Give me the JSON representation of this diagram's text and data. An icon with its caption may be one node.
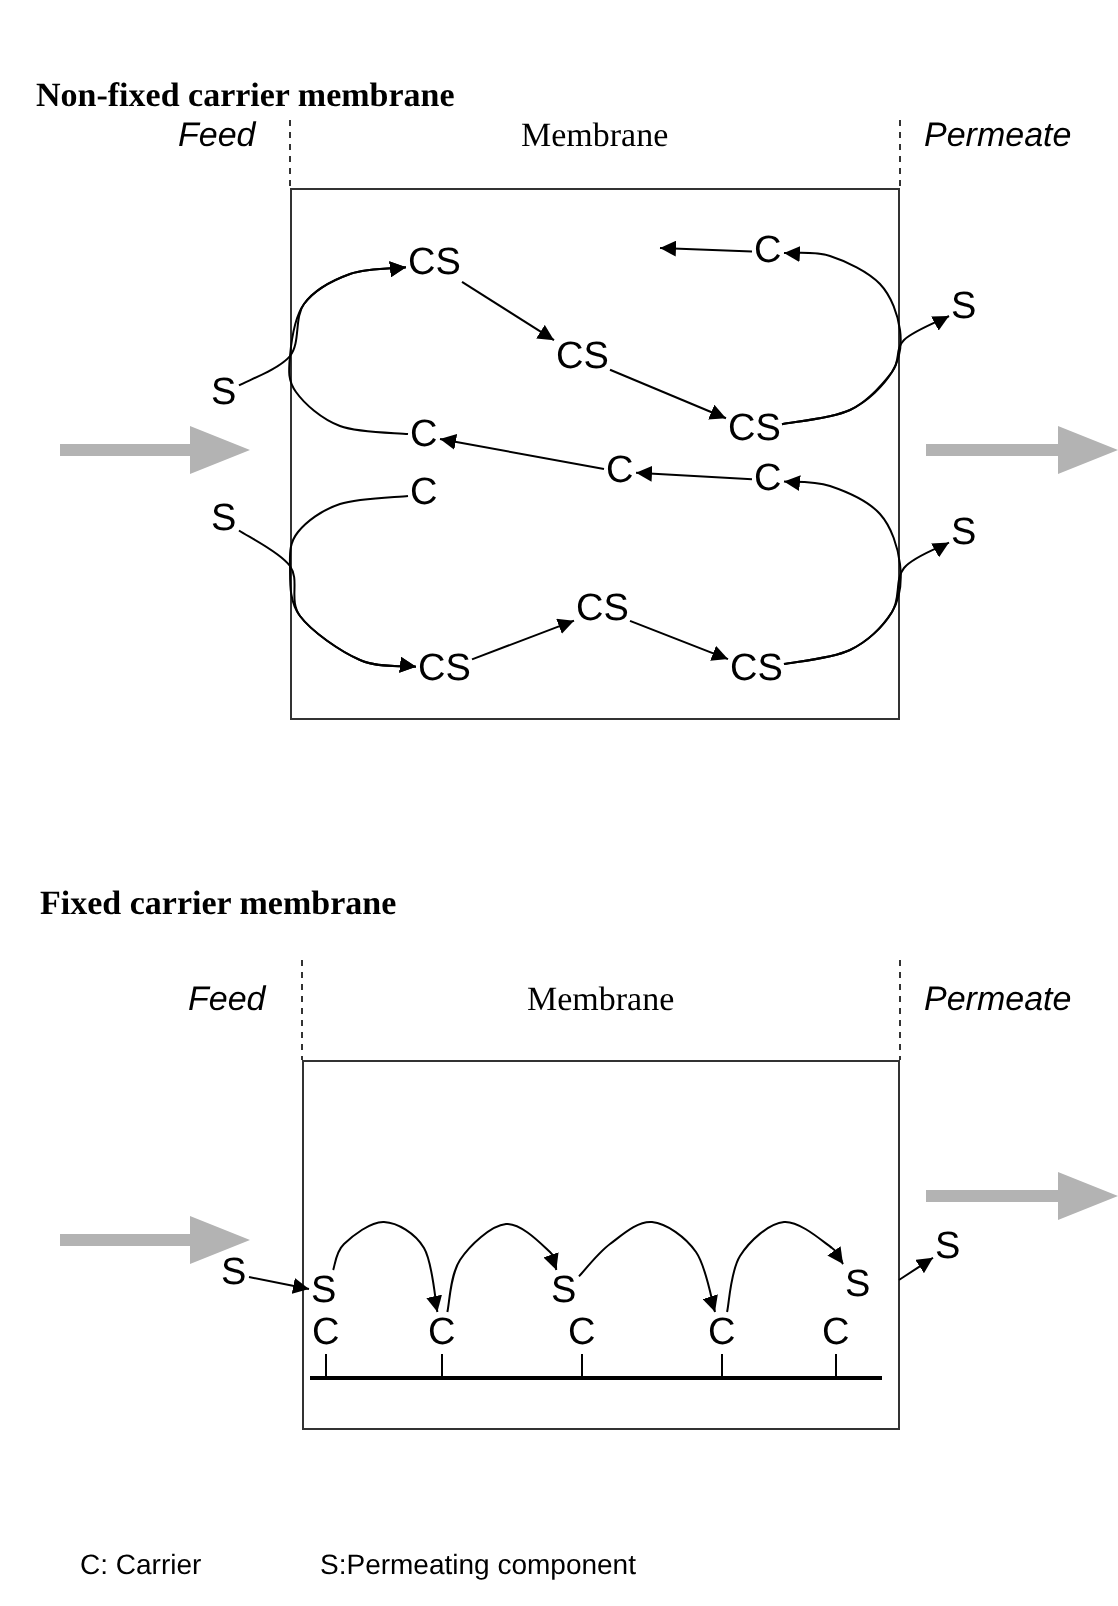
{
  "diagram": {
    "nodes": [
      {
        "text": [
          "Membrane"
        ]
      },
      {
        "text": [
          "S"
        ]
      },
      {
        "text": [
          "S"
        ]
      },
      {
        "text": [
          "CS"
        ],
        "in": 0
      },
      {
        "text": [
          "C"
        ],
        "in": 0
      },
      {
        "text": [
          "CS"
        ],
        "in": 0
      },
      {
        "text": [
          "CS"
        ],
        "in": 0
      },
      {
        "text": [
          "C"
        ],
        "in": 0
      },
      {
        "text": [
          "C"
        ],
        "in": 0
      },
      {
        "text": [
          "C"
        ],
        "in": 0
      },
      {
        "text": [
          "C"
        ],
        "in": 0
      },
      {
        "text": [
          "CS"
        ],
        "in": 0
      },
      {
        "text": [
          "CS"
        ],
        "in": 0
      },
      {
        "text": [
          "CS"
        ],
        "in": 0
      },
      {
        "text": [
          "S"
        ]
      },
      {
        "text": [
          "S"
        ]
      },
      {
        "text": [
          "Membrane"
        ]
      },
      {
        "text": [
          "S"
        ]
      },
      {
        "text": [
          "S"
        ],
        "in": 16
      },
      {
        "text": [
          "S"
        ],
        "in": 16
      },
      {
        "text": [
          "S"
        ],
        "in": 16
      },
      {
        "text": [
          "C"
        ],
        "in": 16
      },
      {
        "text": [
          "C"
        ],
        "in": 16
      },
      {
        "text": [
          "C"
        ],
        "in": 16
      },
      {
        "text": [
          "C"
        ],
        "in": 16
      },
      {
        "text": [
          "C"
        ],
        "in": 16
      },
      {
        "text": [],
        "shape": "bar",
        "in": 16
      },
      {
        "text": [
          "S"
        ]
      }
    ],
    "edges": [
      {
        "from": 1,
        "to": 3,
        "arrow": "to"
      },
      {
        "from": 7,
        "to": 3,
        "arrow": "to"
      },
      {
        "from": 3,
        "to": 5,
        "arrow": "to"
      },
      {
        "from": 5,
        "to": 6,
        "arrow": "to"
      },
      {
        "from": 6,
        "to": 4,
        "arrow": "to"
      },
      {
        "from": 6,
        "to": 14,
        "arrow": "to"
      },
      {
        "from": 4,
        "to": null,
        "arrow": "to"
      },
      {
        "from": 9,
        "to": 8,
        "arrow": "to"
      },
      {
        "from": 8,
        "to": 7,
        "arrow": "to"
      },
      {
        "from": 2,
        "to": 12,
        "arrow": "to"
      },
      {
        "from": 10,
        "to": 12,
        "arrow": "to"
      },
      {
        "from": 12,
        "to": 11,
        "arrow": "to"
      },
      {
        "from": 11,
        "to": 13,
        "arrow": "to"
      },
      {
        "from": 13,
        "to": 9,
        "arrow": "to"
      },
      {
        "from": 13,
        "to": 15,
        "arrow": "to"
      },
      {
        "from": 17,
        "to": 18,
        "arrow": "to"
      },
      {
        "from": 18,
        "to": 22,
        "arrow": "to"
      },
      {
        "from": 22,
        "to": 19,
        "arrow": "to"
      },
      {
        "from": 19,
        "to": 24,
        "arrow": "to"
      },
      {
        "from": 24,
        "to": 20,
        "arrow": "to"
      },
      {
        "from": 16,
        "to": 27,
        "arrow": "to"
      },
      {
        "from": 21,
        "to": 26,
        "arrow": "none"
      },
      {
        "from": 22,
        "to": 26,
        "arrow": "none"
      },
      {
        "from": 23,
        "to": 26,
        "arrow": "none"
      },
      {
        "from": 24,
        "to": 26,
        "arrow": "none"
      },
      {
        "from": 25,
        "to": 26,
        "arrow": "none"
      }
    ],
    "labels": [
      "Non-fixed carrier membrane",
      "Feed",
      "Permeate",
      "Fixed carrier membrane",
      "Feed",
      "Permeate",
      "C: Carrier",
      "S:Permeating component"
    ]
  }
}
